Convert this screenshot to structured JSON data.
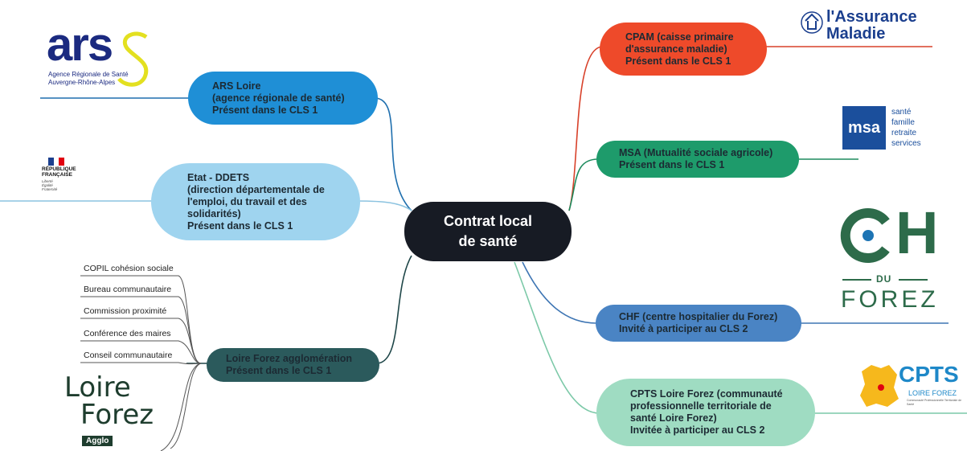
{
  "center": {
    "label": "Contrat local\nde santé"
  },
  "nodes": {
    "ars": {
      "text": "ARS Loire\n(agence régionale de santé)\nPrésent dans le CLS 1",
      "color": "#1f8fd6"
    },
    "etat": {
      "text": "Etat - DDETS\n(direction départementale de\nl'emploi, du travail et des\nsolidarités)\nPrésent dans le CLS 1",
      "color": "#9fd4ef"
    },
    "loire_forez": {
      "text": "Loire Forez agglomération\nPrésent dans le CLS 1",
      "color": "#2b5a5c"
    },
    "cpam": {
      "text": "CPAM (caisse primaire\nd'assurance maladie)\nPrésent dans le CLS 1",
      "color": "#ee4a2a"
    },
    "msa": {
      "text": "MSA (Mutualité sociale agricole)\nPrésent dans le CLS 1",
      "color": "#1e9b6b"
    },
    "chf": {
      "text": "CHF (centre hospitalier du Forez)\nInvité à participer au CLS 2",
      "color": "#4a84c4"
    },
    "cpts": {
      "text": "CPTS Loire Forez (communauté\nprofessionnelle territoriale de\nsanté Loire Forez)\nInvitée à participer au CLS 2",
      "color": "#9fdcc2"
    }
  },
  "sub_items": [
    "COPIL cohésion sociale",
    "Bureau communautaire",
    "Commission proximité",
    "Conférence des maires",
    "Conseil communautaire"
  ],
  "logos": {
    "ars": {
      "big": "ars",
      "line1": "Agence Régionale de Santé",
      "line2": "Auvergne-Rhône-Alpes",
      "color": "#1b2a80",
      "accent": "#e3e020"
    },
    "rf": {
      "line1": "RÉPUBLIQUE",
      "line2": "FRANÇAISE",
      "line3": "Liberté",
      "line4": "Égalité",
      "line5": "Fraternité"
    },
    "loire_forez": {
      "line1": "Loire",
      "line2": "Forez",
      "badge": "Agglo"
    },
    "assurance": {
      "line1": "l'Assurance",
      "line2": "Maladie",
      "color": "#1b3f8e"
    },
    "msa": {
      "mark": "msa",
      "l1": "santé",
      "l2": "famille",
      "l3": "retraite",
      "l4": "services",
      "color": "#1b4f9c"
    },
    "chf": {
      "big": "CH",
      "du": "DU",
      "forez": "FOREZ",
      "green": "#2d6b4a",
      "blue": "#1d74b4"
    },
    "cpts": {
      "big": "CPTS",
      "sub": "LOIRE FOREZ",
      "tiny": "Communauté Professionnelle Territoriale de Santé",
      "color": "#1e88c8",
      "map": "#f6b81c"
    }
  }
}
